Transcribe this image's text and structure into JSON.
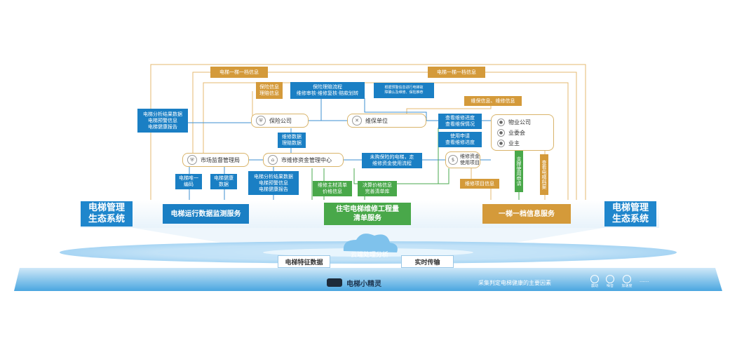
{
  "colors": {
    "blue": "#1a7fc4",
    "orange": "#d49a3a",
    "green": "#49a84a",
    "line_orange": "#e5b970",
    "line_blue": "#3d8fd0",
    "line_green": "#4aa84c"
  },
  "top_labels": {
    "elevator_file_left": "电梯一梯一档信息",
    "elevator_file_right": "电梯一梯一档信息"
  },
  "tags": {
    "insurance_info": "保险信息\n理赔信息",
    "claim_process": "保险理赔流程\n维修审核·维修复核·赔款划转",
    "maint_plan": "根据预警信息进行电梯故\n障确认及维修、保险推荐",
    "analysis_left": "电梯分析结果数据\n电梯预警信息\n电梯健康报告",
    "maint_info": "维保信息、维修信息",
    "view_progress_1": "查看维修进度\n查看维保情况",
    "repair_data": "维修数据\n理赔数据",
    "apply_use": "使用申请\n查看维修进度",
    "uninsured": "未购保险的电梯，走\n维修资金使用流程",
    "unique_code": "电梯唯一\n编码",
    "health_data": "电梯健康\n数据",
    "analysis_mid": "电梯分析结果数据\n电梯预警信息\n电梯健康报告",
    "material_price": "维修主材清单\n价格信息",
    "final_price": "决算价格信息\n完善清单库",
    "project_info": "维修项目信息",
    "support_apply": "支撑使用申请",
    "view_file": "查看电梯档案"
  },
  "nodes": {
    "insurance": "保险公司",
    "maintenance": "维保单位",
    "market": "市场监督管理局",
    "fund_center": "市维修资金管理中心",
    "fund_project": "维修资金\n使用项目",
    "property": "物业公司",
    "committee": "业委会",
    "owner": "业主"
  },
  "icon_names": {
    "insurance": "shield-icon",
    "maintenance": "wrench-icon",
    "market": "shield-icon",
    "fund_center": "bank-icon",
    "fund_project": "moneybag-icon",
    "people": "person-icon"
  },
  "services": {
    "left": "电梯运行数据监测服务",
    "center": "住宅电梯维修工程量\n清单服务",
    "right": "一梯一档信息服务"
  },
  "side_left": "电梯管理\n生态系统",
  "side_right": "电梯管理\n生态系统",
  "cloud": "云端处理分析",
  "feature_data": "电梯特征数据",
  "realtime": "实时传输",
  "device": "电梯小精灵",
  "factors": {
    "title": "采集判定电梯健康的主要因素",
    "items": [
      "震动",
      "噪音",
      "加速度"
    ],
    "more": "......"
  }
}
